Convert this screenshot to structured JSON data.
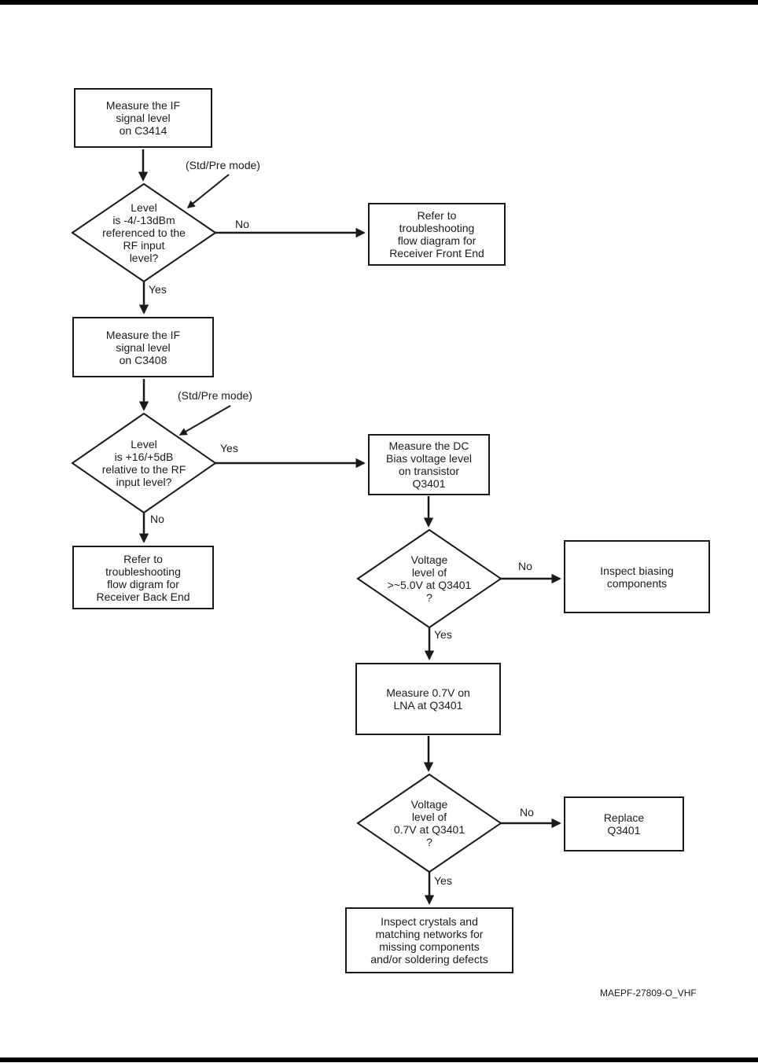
{
  "figure": {
    "watermark": "MAEPF-27809-O_VHF"
  },
  "colors": {
    "line": "#1a1a1a",
    "background": "#ffffff",
    "page_bar": "#000000"
  },
  "nodes": {
    "measure_c3414": "Measure the IF\nsignal level\non C3414",
    "decision_level_c3414": "Level\nis -4/-13dBm\nreferenced to the\nRF input\nlevel?",
    "refer_front_end": "Refer to\ntroubleshooting\nflow diagram for\nReceiver Front End",
    "measure_c3408": "Measure the IF\nsignal level\non C3408",
    "decision_level_c3408": "Level\nis +16/+5dB\nrelative to the RF\ninput level?",
    "refer_back_end": "Refer to\ntroubleshooting\nflow digram for\nReceiver Back End",
    "measure_dc_bias": "Measure the DC\nBias voltage level\non transistor\nQ3401",
    "decision_voltage_5v": "Voltage\nlevel of\n>~5.0V at Q3401\n?",
    "inspect_biasing": "Inspect biasing\ncomponents",
    "measure_07v": "Measure 0.7V on\nLNA at Q3401",
    "decision_voltage_07v": "Voltage\nlevel of\n0.7V at Q3401\n?",
    "replace_q3401": "Replace\nQ3401",
    "inspect_crystals": "Inspect crystals and\nmatching networks for\nmissing components\nand/or soldering defects"
  },
  "annotations": {
    "std_pre_mode_1": "(Std/Pre mode)",
    "std_pre_mode_2": "(Std/Pre mode)"
  },
  "edges": {
    "d1_no": "No",
    "d1_yes": "Yes",
    "d2_yes": "Yes",
    "d2_no": "No",
    "d3_no": "No",
    "d3_yes": "Yes",
    "d4_no": "No",
    "d4_yes": "Yes"
  }
}
